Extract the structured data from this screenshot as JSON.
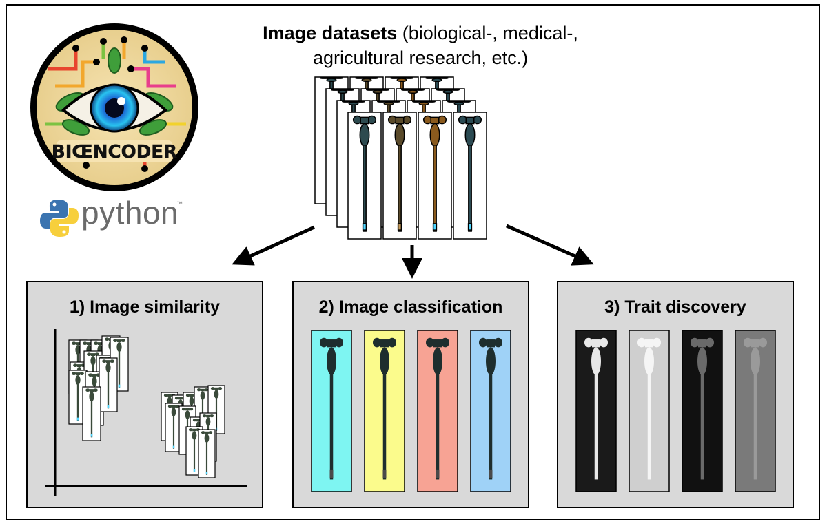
{
  "title": {
    "bold": "Image datasets",
    "rest_line1": " (biological-, medical-,",
    "line2": "agricultural research, etc.)"
  },
  "logo": {
    "text": "BIŒNCODER"
  },
  "python": {
    "word": "python",
    "tm": "™"
  },
  "panels": [
    {
      "title": "1) Image similarity"
    },
    {
      "title": "2) Image classification"
    },
    {
      "title": "3) Trait discovery"
    }
  ],
  "colors": {
    "panel_bg": "#d9d9d9",
    "class_1": "#7ef5f2",
    "class_2": "#fbfb8c",
    "class_3": "#f7a394",
    "class_4": "#9fd2f7",
    "trait_1": "#1a1a1a",
    "trait_2": "#cfcfcf",
    "trait_3": "#111111",
    "trait_4": "#7a7a7a"
  },
  "icons": [
    "bioencoder-logo-icon",
    "python-logo-icon",
    "arrow-left-down-icon",
    "arrow-down-icon",
    "arrow-right-down-icon"
  ]
}
